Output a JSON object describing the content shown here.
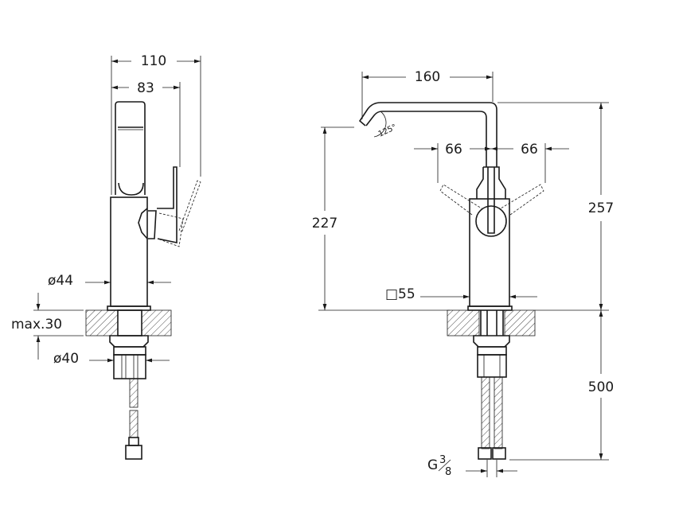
{
  "side_view": {
    "width_total": "110",
    "width_spout": "83",
    "body_diameter": "ø44",
    "max_counter_thickness": "max.30",
    "hole_diameter": "ø40"
  },
  "front_view": {
    "spout_reach": "160",
    "spout_angle": "125°",
    "handle_left": "66",
    "handle_right": "66",
    "spout_height": "227",
    "total_height": "257",
    "base_square": "□55",
    "hose_length": "500",
    "thread_prefix": "G",
    "thread_num": "3",
    "thread_den": "8"
  },
  "colors": {
    "line": "#1a1a1a",
    "background": "#ffffff"
  }
}
